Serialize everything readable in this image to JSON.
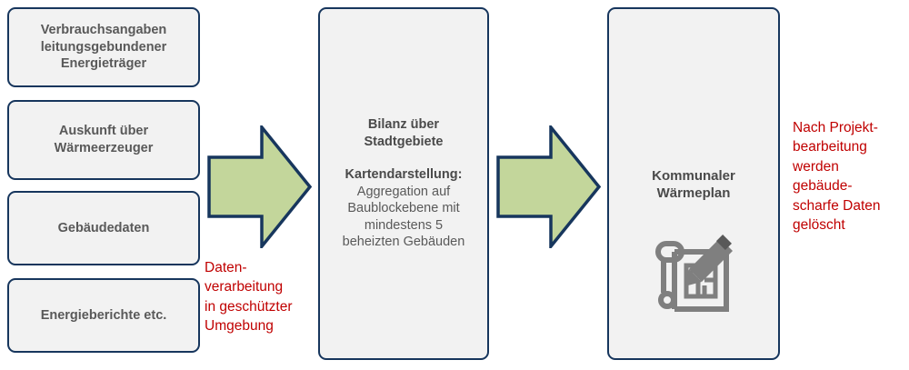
{
  "colors": {
    "box_fill": "#F2F2F2",
    "box_border": "#17365D",
    "arrow_fill": "#C3D69B",
    "arrow_border": "#17365D",
    "note_text": "#C00000",
    "box_text": "#595959",
    "icon_gray": "#7F7F7F"
  },
  "inputs": [
    {
      "name": "verbrauchsangaben",
      "lines": [
        "Verbrauchsangaben",
        "leitungsgebundener",
        "Energieträger"
      ]
    },
    {
      "name": "auskunft-waermeerzeuger",
      "lines": [
        "Auskunft über",
        "Wärmeerzeuger"
      ]
    },
    {
      "name": "gebaeudedaten",
      "lines": [
        "Gebäudedaten"
      ]
    },
    {
      "name": "energieberichte",
      "lines": [
        "Energieberichte etc."
      ]
    }
  ],
  "middle": {
    "heading_lines": [
      "Bilanz über",
      "Stadtgebiete"
    ],
    "sub_heading": "Kartendarstellung:",
    "body_lines": [
      "Aggregation auf",
      "Baublockebene mit",
      "mindestens 5",
      "beheizten Gebäuden"
    ]
  },
  "output": {
    "title_lines": [
      "Kommunaler",
      "Wärmeplan"
    ],
    "icon": "blueprint-pencil-icon"
  },
  "arrows": [
    {
      "name": "arrow-inputs-to-bilanz",
      "direction": "right"
    },
    {
      "name": "arrow-bilanz-to-waermeplan",
      "direction": "right"
    }
  ],
  "notes": [
    {
      "name": "datenverarbeitung",
      "lines": [
        "Daten-",
        "verarbeitung",
        "in geschützter",
        "Umgebung"
      ]
    },
    {
      "name": "datenloeschung",
      "lines": [
        "Nach Projekt-",
        "bearbeitung",
        "werden",
        "gebäude-",
        "scharfe Daten",
        "gelöscht"
      ]
    }
  ]
}
